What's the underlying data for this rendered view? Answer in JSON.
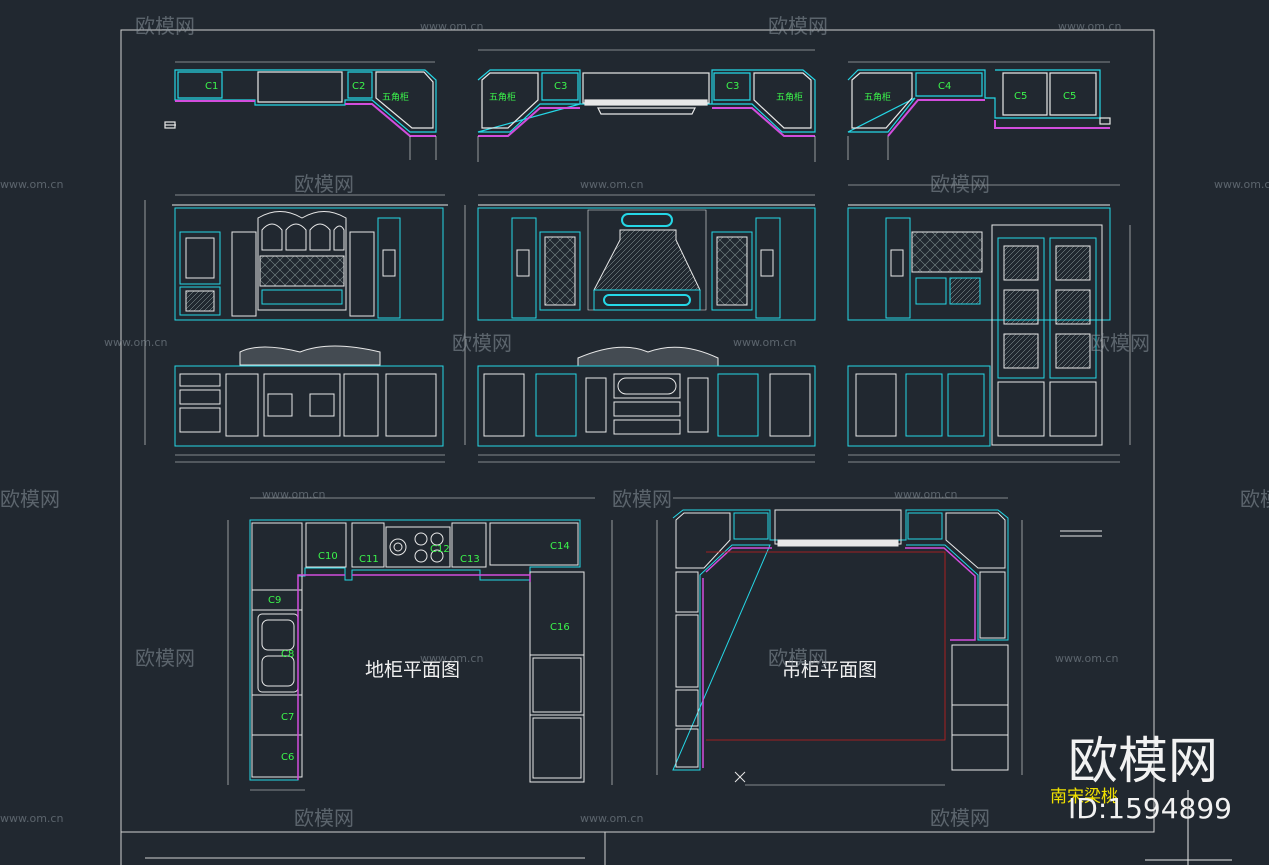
{
  "drawing": {
    "elevations_top": [
      {
        "labels": [
          "C1",
          "C2",
          "五角柜"
        ]
      },
      {
        "labels": [
          "五角柜",
          "C3",
          "C3",
          "五角柜"
        ]
      },
      {
        "labels": [
          "五角柜",
          "C4",
          "C5",
          "C5"
        ]
      }
    ],
    "base_plan": {
      "title": "地柜平面图",
      "labels": [
        "C10",
        "C11",
        "C12",
        "C13",
        "C14",
        "C9",
        "C8",
        "C7",
        "C6",
        "C16"
      ]
    },
    "wall_plan": {
      "title": "吊柜平面图"
    }
  },
  "watermark": {
    "site": "www.om.cn",
    "brand": "欧模网"
  },
  "footer": {
    "brand": "欧模网",
    "author": "南宋梁桃",
    "id": "ID:1594899"
  },
  "colors": {
    "background": "#212830",
    "cyan": "#25d7e6",
    "magenta": "#d24ddd",
    "white": "#e8e8e8",
    "green": "#3bf44b",
    "red": "#c81e1e",
    "yellow": "#f0e000"
  }
}
